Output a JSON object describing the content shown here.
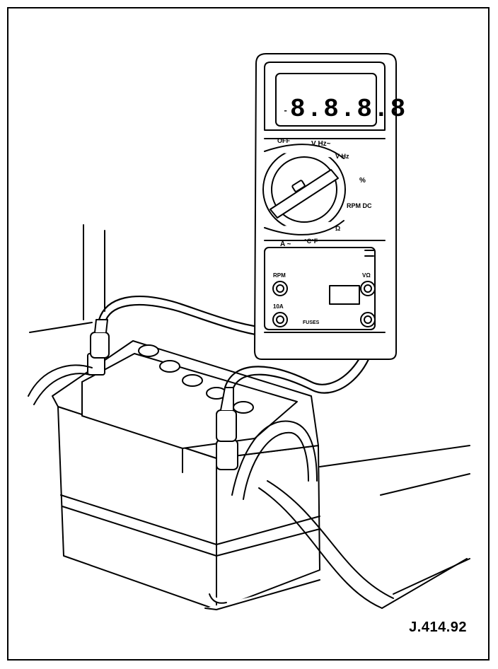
{
  "figure": {
    "code": "J.414.92",
    "ink": "#000000",
    "paper": "#ffffff"
  },
  "multimeter": {
    "display": "8.8.8.8",
    "display_sign": "-",
    "off_label": "OFF",
    "dial": {
      "v_ac_label": "V Hz~",
      "v_dc_label": "V Hz",
      "duty_label": "%",
      "rpm_label": "RPM DC",
      "ohm_label": "Ω",
      "amp_label": "A ~",
      "temp_label": "°C°F"
    },
    "jacks": {
      "rpm_label": "RPM",
      "amp_label": "10A",
      "volt_label": "VΩ",
      "fuses_label": "FUSES"
    }
  }
}
